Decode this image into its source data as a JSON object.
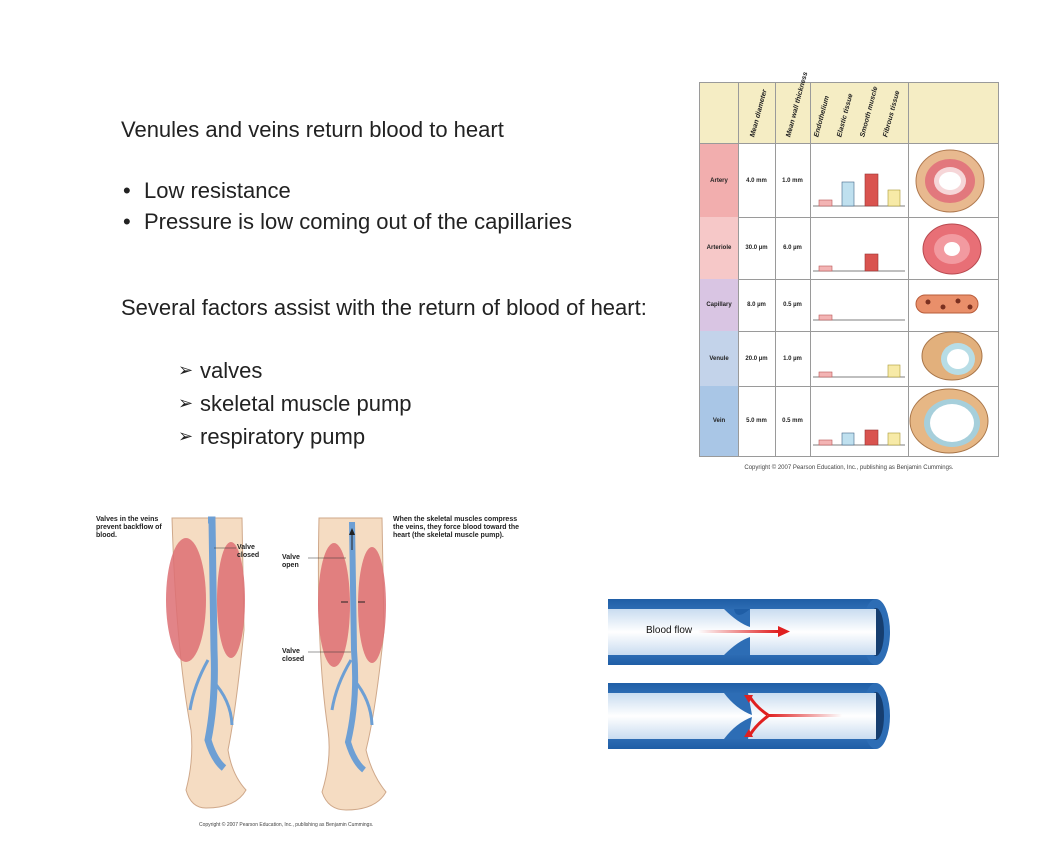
{
  "slide": {
    "heading": "Venules and veins return blood to heart",
    "bullets": [
      "Low resistance",
      "Pressure is low coming out of the capillaries"
    ],
    "factors_intro": "Several factors assist with the return of blood of heart:",
    "factors": [
      "valves",
      "skeletal muscle pump",
      "respiratory pump"
    ]
  },
  "vessel_table": {
    "columns": [
      "Mean diameter",
      "Mean wall thickness",
      "Endothelium",
      "Elastic tissue",
      "Smooth muscle",
      "Fibrous tissue"
    ],
    "rows": [
      {
        "name": "Artery",
        "diameter": "4.0 mm",
        "wall": "1.0 mm",
        "color": "#f2aeae"
      },
      {
        "name": "Arteriole",
        "diameter": "30.0 µm",
        "wall": "6.0 µm",
        "color": "#f6c8c8"
      },
      {
        "name": "Capillary",
        "diameter": "8.0 µm",
        "wall": "0.5 µm",
        "color": "#d9c5e3"
      },
      {
        "name": "Venule",
        "diameter": "20.0 µm",
        "wall": "1.0 µm",
        "color": "#c3d3ea"
      },
      {
        "name": "Vein",
        "diameter": "5.0 mm",
        "wall": "0.5 mm",
        "color": "#a9c6e6"
      }
    ],
    "copyright": "Copyright © 2007 Pearson Education, Inc., publishing as Benjamin Cummings."
  },
  "leg_figure": {
    "left_note": "Valves in the veins prevent backflow of blood.",
    "valve_closed_1": "Valve closed",
    "valve_open": "Valve open",
    "valve_closed_2": "Valve closed",
    "right_note": "When the skeletal muscles compress the veins, they force blood toward the heart (the skeletal muscle pump).",
    "copyright": "Copyright © 2007 Pearson Education, Inc., publishing as Benjamin Cummings."
  },
  "valve_figure": {
    "label": "Blood flow"
  },
  "colors": {
    "vein_blue": "#2f6cb0",
    "muscle_red": "#d9534f",
    "flow_red": "#e02020",
    "table_header": "#f5edc4"
  }
}
